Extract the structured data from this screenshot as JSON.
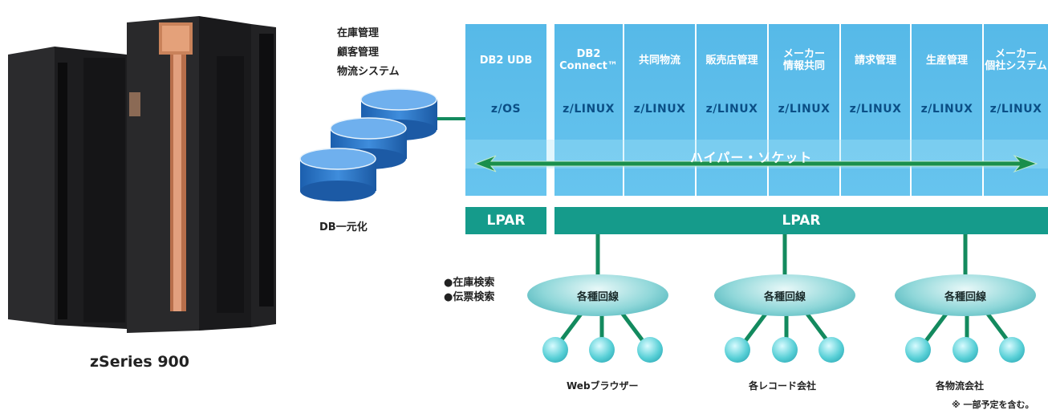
{
  "server": {
    "caption": "zSeries 900"
  },
  "database": {
    "labels": [
      "在庫管理",
      "顧客管理",
      "物流システム"
    ],
    "note": "DB一元化"
  },
  "partitions": [
    {
      "title": "DB2 UDB",
      "os": "z/OS"
    },
    {
      "title": "DB2\nConnect™",
      "os": "z/LINUX"
    },
    {
      "title": "共同物流",
      "os": "z/LINUX"
    },
    {
      "title": "販売店管理",
      "os": "z/LINUX"
    },
    {
      "title": "メーカー\n情報共同",
      "os": "z/LINUX"
    },
    {
      "title": "請求管理",
      "os": "z/LINUX"
    },
    {
      "title": "生産管理",
      "os": "z/LINUX"
    },
    {
      "title": "メーカー\n個社システム",
      "os": "z/LINUX"
    }
  ],
  "hipersocket": "ハイパー・ソケット",
  "lpar": [
    "LPAR",
    "LPAR"
  ],
  "searches": [
    "●在庫検索",
    "●伝票検索"
  ],
  "networks": [
    {
      "label": "各種回線",
      "group": "Webブラウザー"
    },
    {
      "label": "各種回線",
      "group": "各レコード会社"
    },
    {
      "label": "各種回線",
      "group": "各物流会社"
    }
  ],
  "footnote": "※ 一部予定を含む。",
  "colors": {
    "column": "#56b9e8",
    "lpar": "#159b8b",
    "connector": "#138a5e"
  }
}
